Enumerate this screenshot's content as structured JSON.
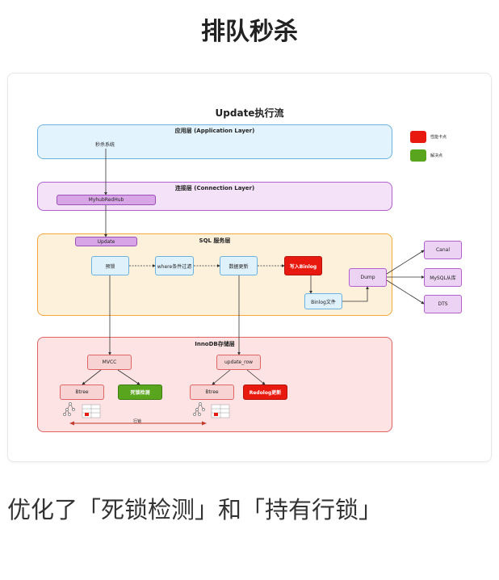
{
  "page_title": "排队秒杀",
  "caption": "优化了「死锁检测」和「持有行锁」",
  "diagram": {
    "title": "Update执行流",
    "layers": {
      "app": "应用层 (Application Layer)",
      "conn": "连接层 (Connection Layer)",
      "sql": "SQL 服务层",
      "innodb": "InnoDB存储层"
    },
    "nodes": {
      "seckill_system": "秒杀系统",
      "proxy": "MyhubRedHub",
      "update": "Update",
      "precheck": "预锁",
      "where_filter": "where条件过滤",
      "data_update": "数据更新",
      "write_binlog": "写入Binlog",
      "binlog_file": "Binlog文件",
      "dump": "Dump",
      "canal": "Canal",
      "mysql_slave": "MySQL从库",
      "dts": "DTS",
      "mvcc": "MVCC",
      "update_row": "update_row",
      "btree1": "Btree",
      "deadlock_check": "死锁检测",
      "btree2": "Btree",
      "redolog": "Redolog更新",
      "row_lock": "行锁"
    },
    "legend": [
      {
        "label": "性能卡点",
        "color": "#e8190f"
      },
      {
        "label": "解决点",
        "color": "#5aa51e"
      }
    ]
  }
}
